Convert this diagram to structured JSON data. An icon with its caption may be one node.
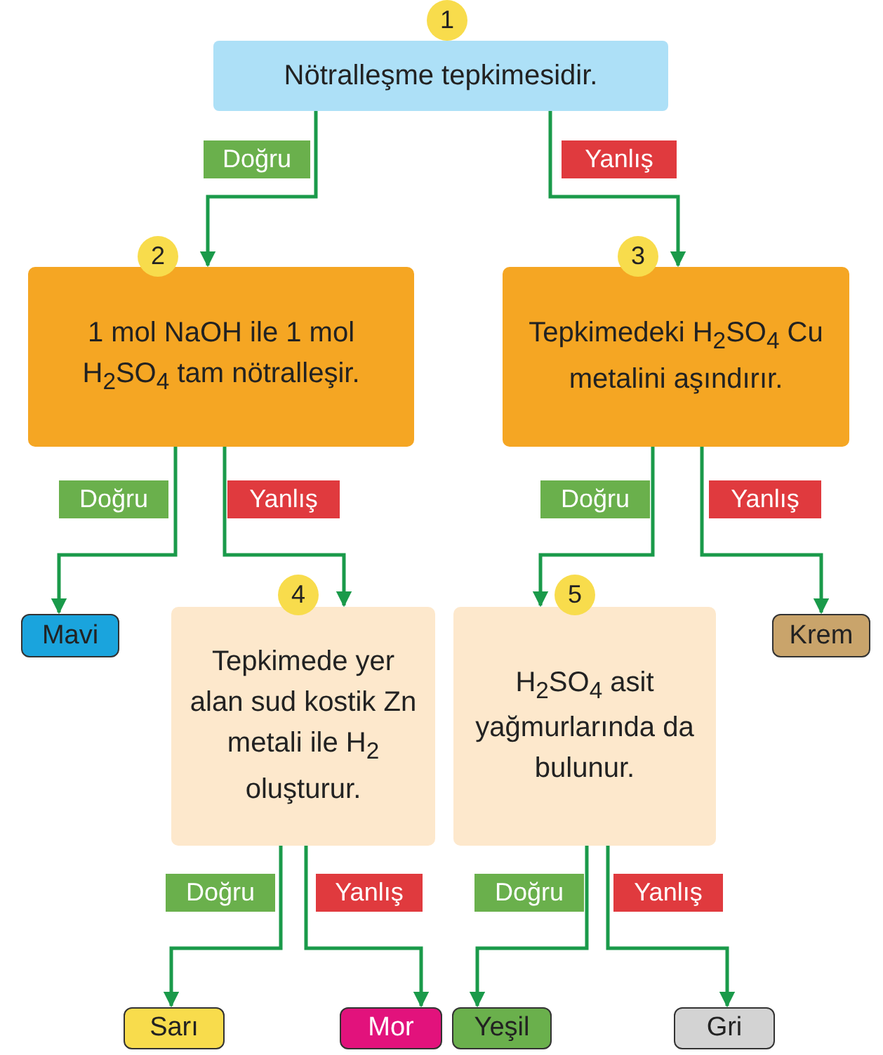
{
  "diagram": {
    "nodes": [
      {
        "text": [
          "Nötralleşme tepkimesidir."
        ],
        "beside": [
          "1"
        ]
      },
      {
        "text": [
          "1 mol NaOH ile 1 mol H$_{2}$SO$_{4}$ tam nötralleşir."
        ],
        "beside": [
          "2"
        ]
      },
      {
        "text": [
          "Tepkimedeki H$_{2}$SO$_{4}$ Cu metalini aşındırır."
        ],
        "beside": [
          "3"
        ]
      },
      {
        "text": [
          "Mavi"
        ]
      },
      {
        "text": [
          "Tepkimede yer alan sud kostik Zn metali ile H$_{2}$ oluşturur."
        ],
        "beside": [
          "4"
        ]
      },
      {
        "text": [
          "H$_{2}$SO$_{4}$ asit yağmurlarında da bulunur."
        ],
        "beside": [
          "5"
        ]
      },
      {
        "text": [
          "Krem"
        ]
      },
      {
        "text": [
          "Sarı"
        ]
      },
      {
        "text": [
          "Mor"
        ]
      },
      {
        "text": [
          "Yeşil"
        ]
      },
      {
        "text": [
          "Gri"
        ]
      }
    ],
    "edges": [
      {
        "from": 0,
        "to": 1,
        "arrow": "to",
        "label": "Doğru"
      },
      {
        "from": 0,
        "to": 2,
        "arrow": "to",
        "label": "Yanlış"
      },
      {
        "from": 1,
        "to": 3,
        "arrow": "to",
        "label": "Doğru"
      },
      {
        "from": 1,
        "to": 4,
        "arrow": "to",
        "label": "Yanlış"
      },
      {
        "from": 2,
        "to": 5,
        "arrow": "to",
        "label": "Doğru"
      },
      {
        "from": 2,
        "to": 6,
        "arrow": "to",
        "label": "Yanlış"
      },
      {
        "from": 4,
        "to": 7,
        "arrow": "to",
        "label": "Doğru"
      },
      {
        "from": 4,
        "to": 8,
        "arrow": "to",
        "label": "Yanlış"
      },
      {
        "from": 5,
        "to": 9,
        "arrow": "to",
        "label": "Doğru"
      },
      {
        "from": 5,
        "to": 10,
        "arrow": "to",
        "label": "Yanlış"
      }
    ]
  }
}
